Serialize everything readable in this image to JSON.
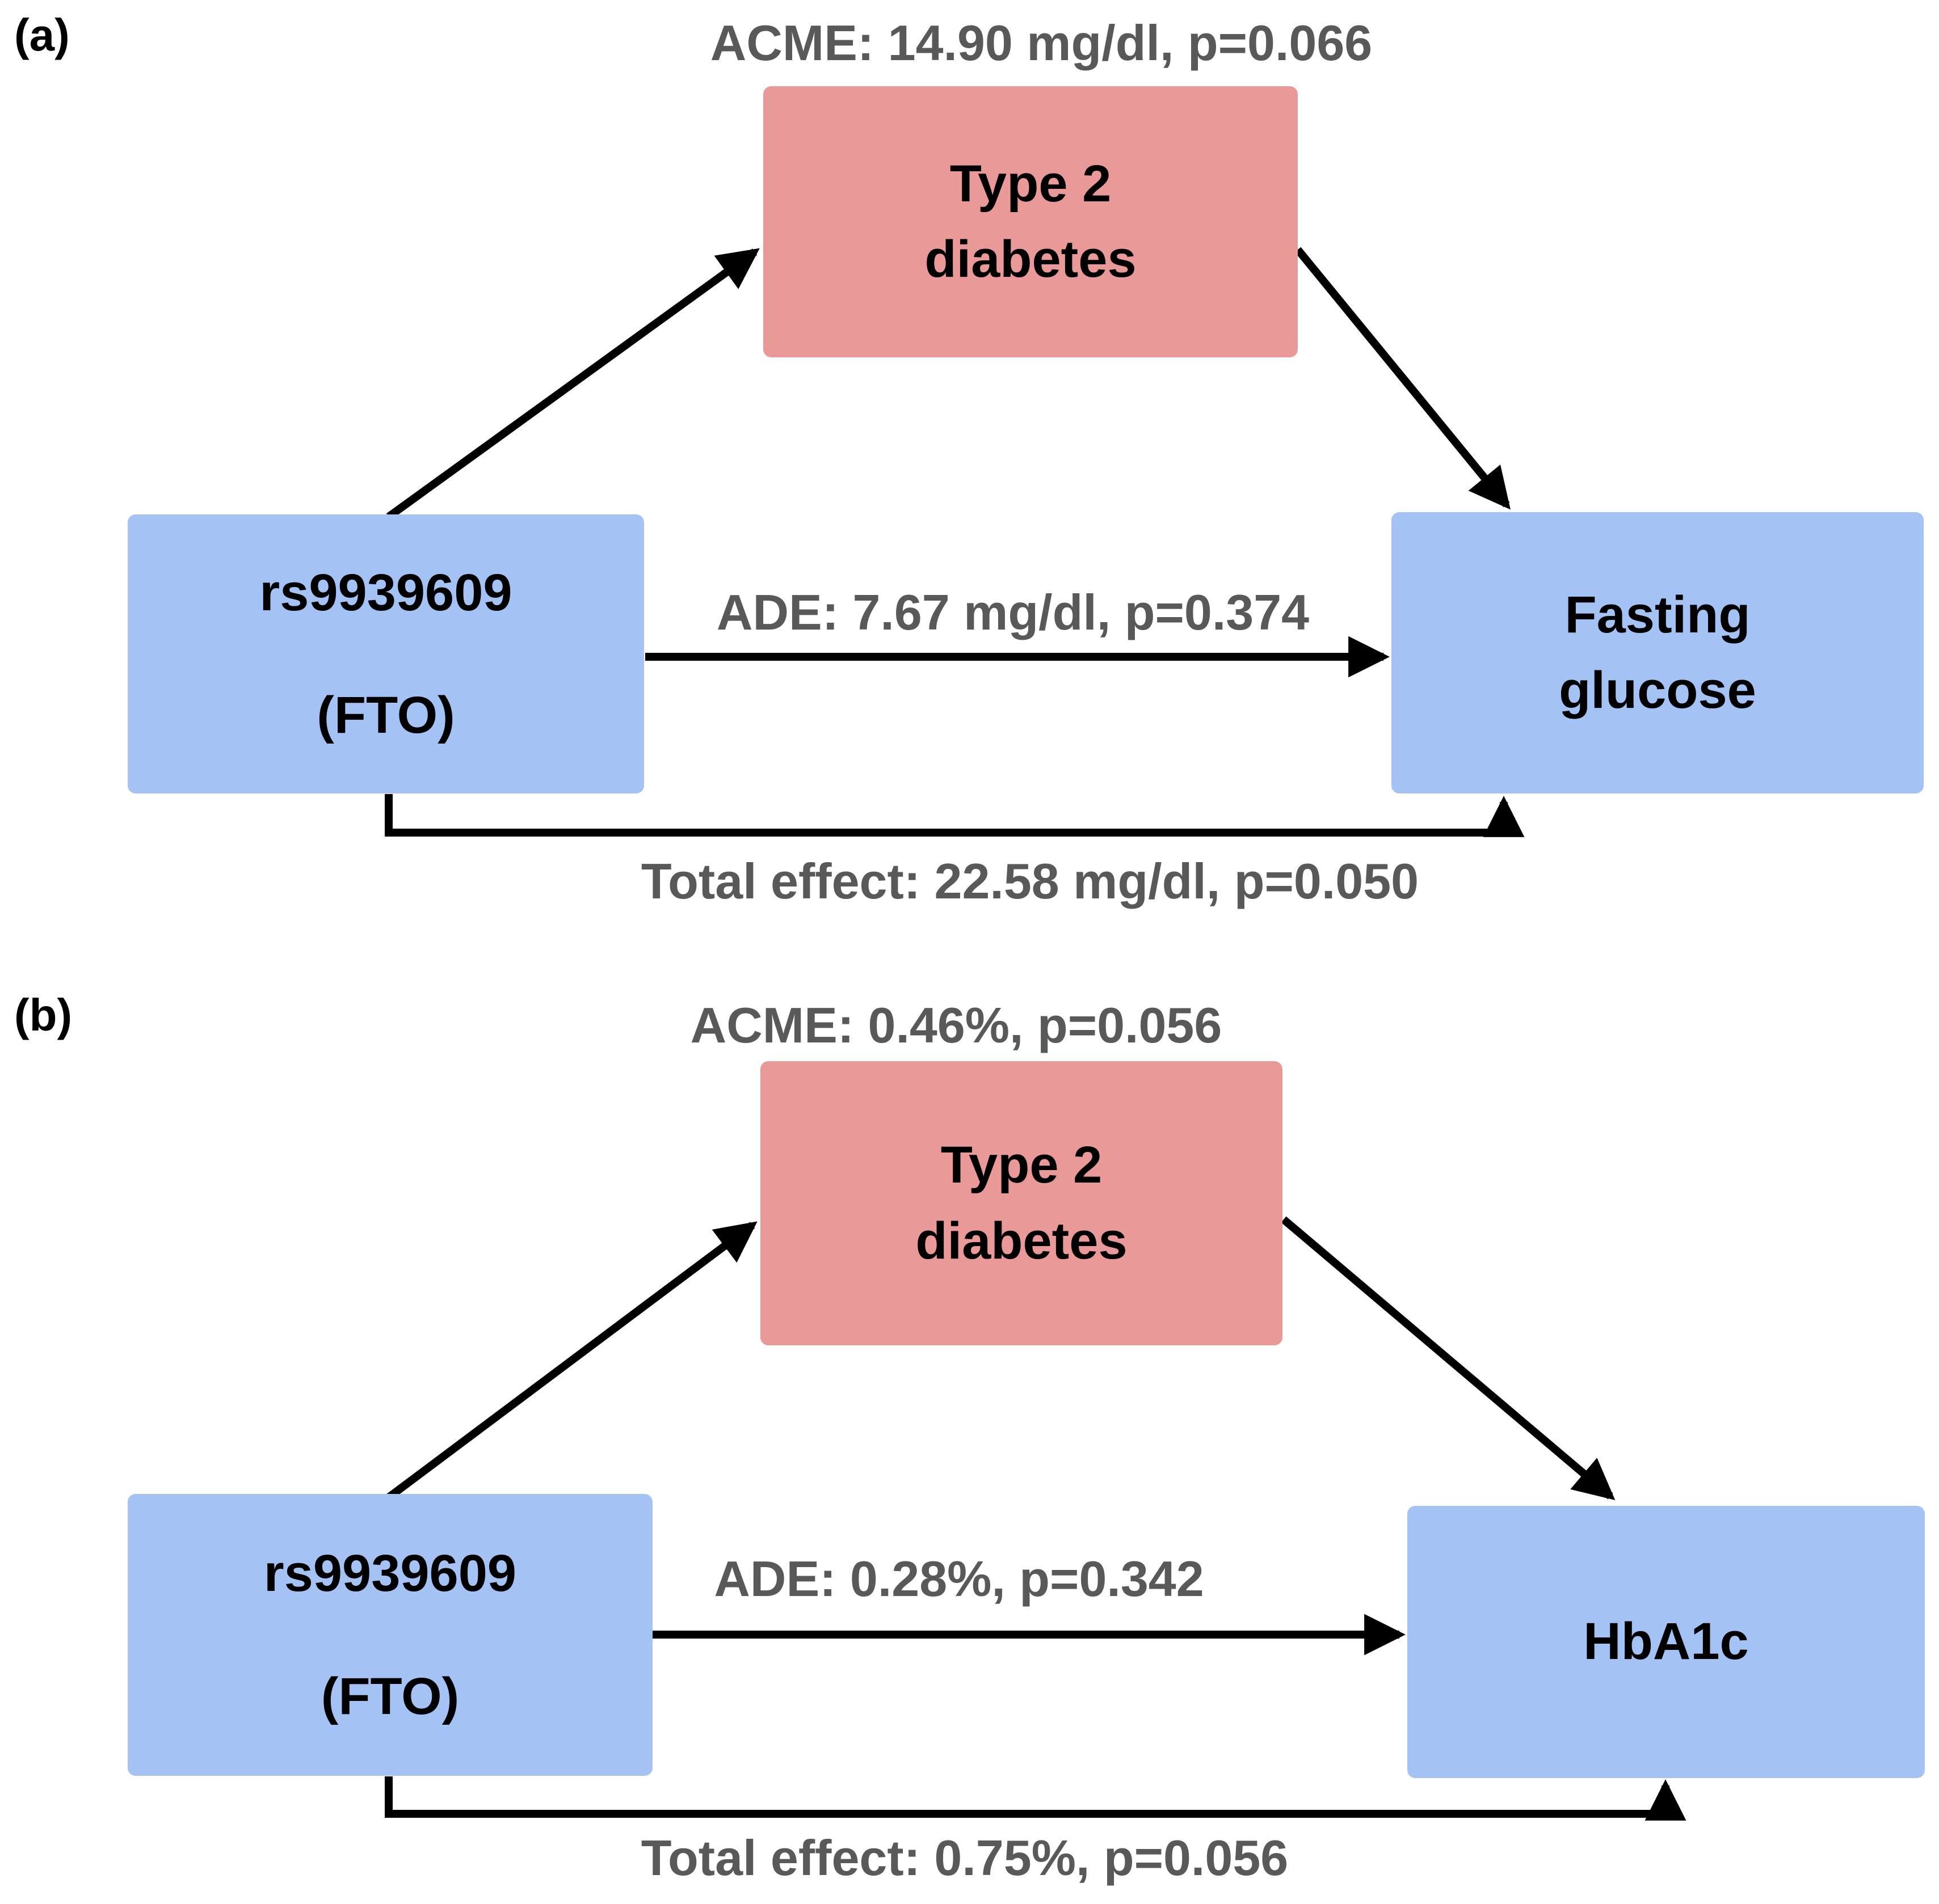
{
  "colors": {
    "mediator_fill": "#ea9999",
    "node_fill": "#a4c2f4",
    "label_gray": "#595959",
    "arrow_black": "#000000"
  },
  "panels": [
    {
      "tag": "(a)",
      "acme_label": "ACME: 14.90 mg/dl, p=0.066",
      "ade_label": "ADE: 7.67 mg/dl, p=0.374",
      "total_label": "Total effect: 22.58 mg/dl, p=0.050",
      "exposure": {
        "line1": "rs9939609",
        "line2": "(FTO)"
      },
      "mediator": {
        "line1": "Type 2",
        "line2": "diabetes"
      },
      "outcome": {
        "line1": "Fasting",
        "line2": "glucose"
      }
    },
    {
      "tag": "(b)",
      "acme_label": "ACME: 0.46%, p=0.056",
      "ade_label": "ADE: 0.28%, p=0.342",
      "total_label": "Total effect: 0.75%, p=0.056",
      "exposure": {
        "line1": "rs9939609",
        "line2": "(FTO)"
      },
      "mediator": {
        "line1": "Type 2",
        "line2": "diabetes"
      },
      "outcome": {
        "line1": "HbA1c",
        "line2": ""
      }
    }
  ]
}
